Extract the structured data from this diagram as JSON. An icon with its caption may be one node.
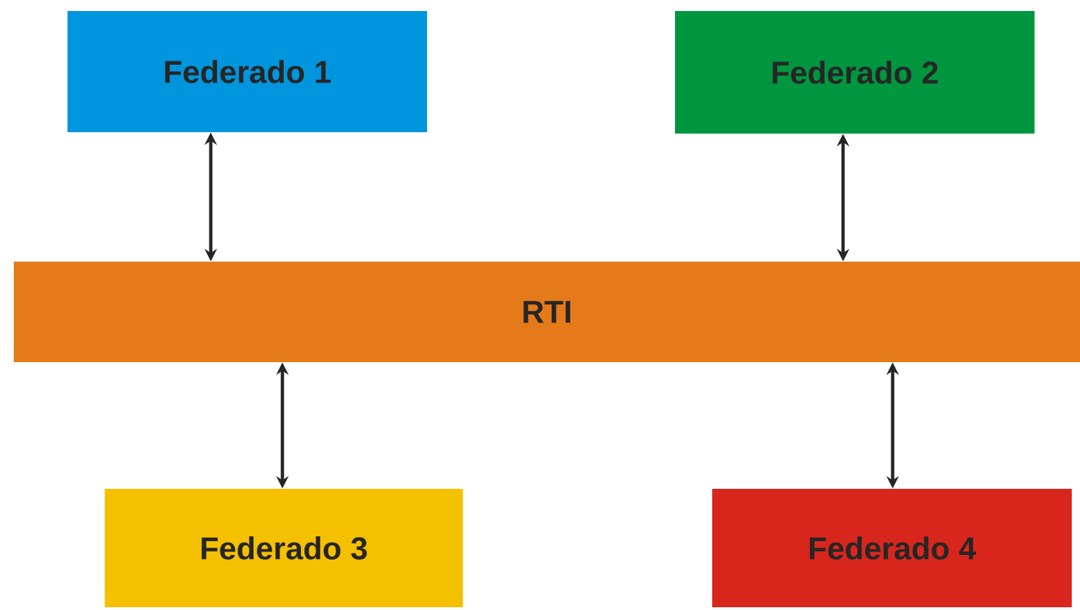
{
  "diagram": {
    "nodes": [
      {
        "text": [
          "Federado 1"
        ]
      },
      {
        "text": [
          "Federado 2"
        ]
      },
      {
        "text": [
          "RTI"
        ]
      },
      {
        "text": [
          "Federado 3"
        ]
      },
      {
        "text": [
          "Federado 4"
        ]
      }
    ],
    "edges": [
      {
        "from": 0,
        "to": 2,
        "arrow": "both"
      },
      {
        "from": 1,
        "to": 2,
        "arrow": "both"
      },
      {
        "from": 2,
        "to": 3,
        "arrow": "both"
      },
      {
        "from": 2,
        "to": 4,
        "arrow": "both"
      }
    ]
  }
}
